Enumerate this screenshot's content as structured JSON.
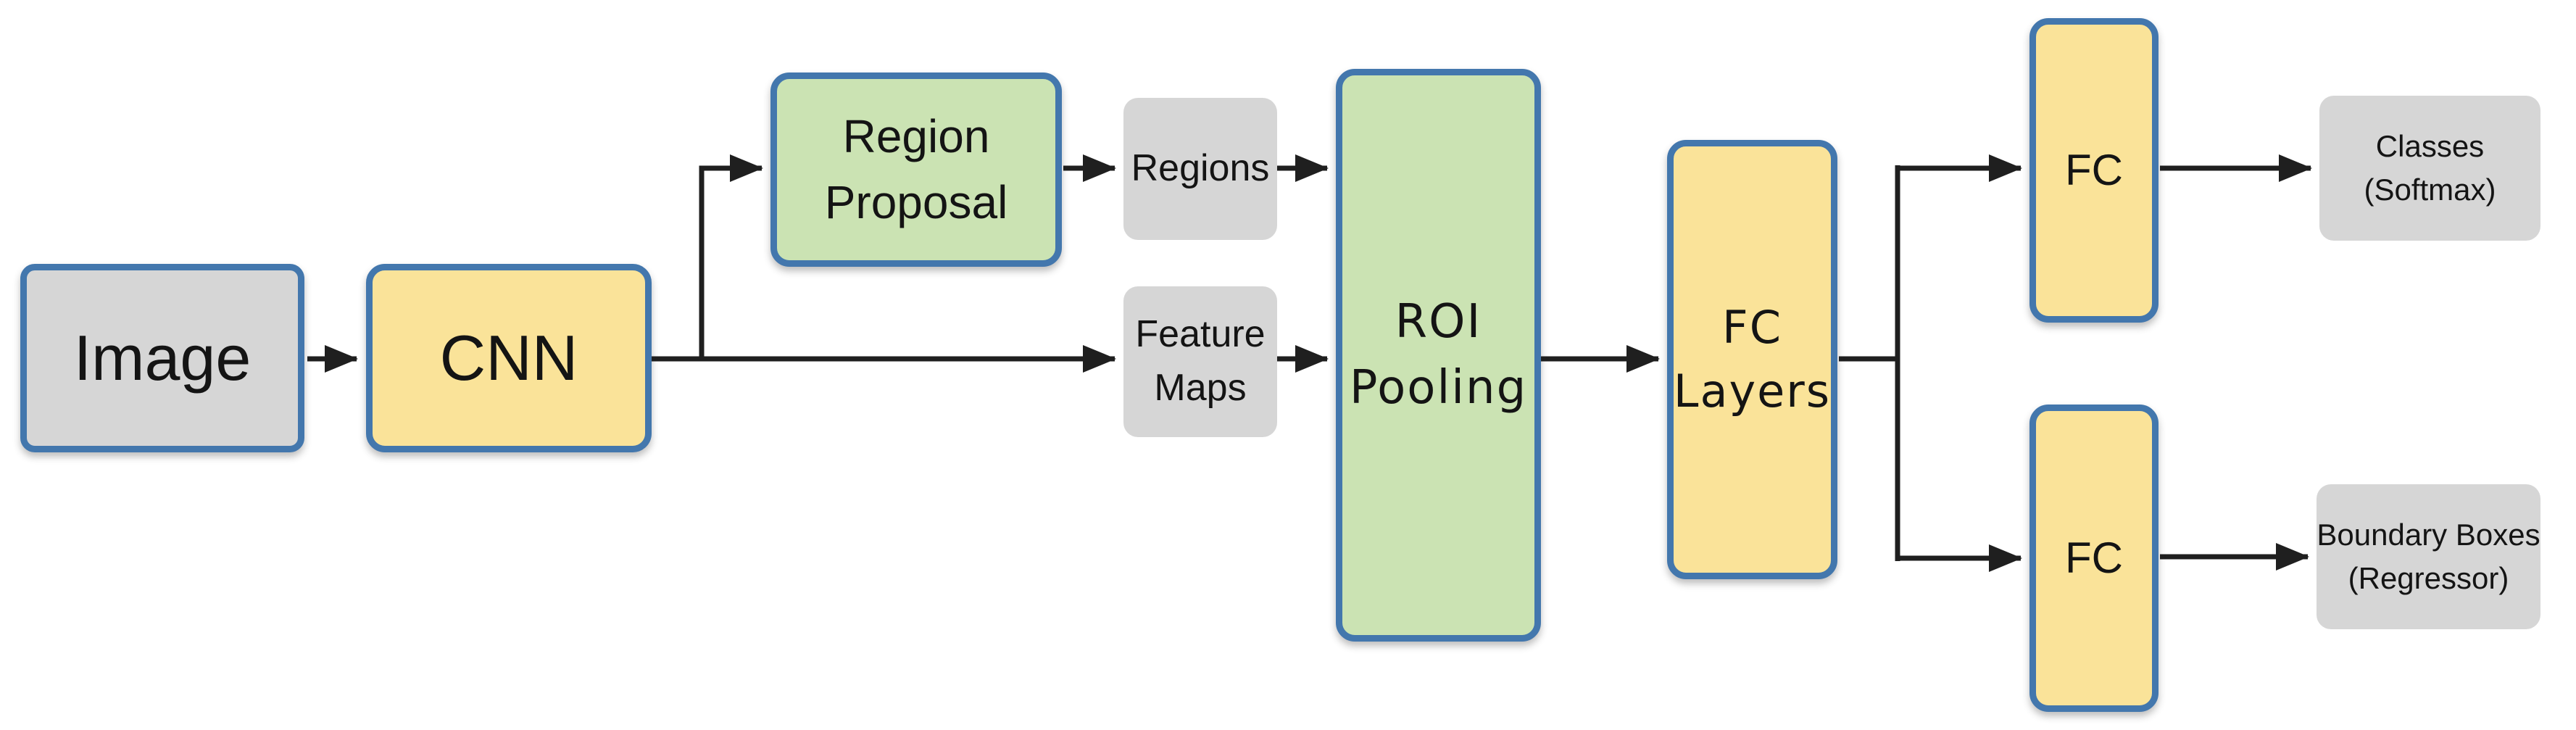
{
  "diagram": {
    "nodes": {
      "image": {
        "label": "Image"
      },
      "cnn": {
        "label": "CNN"
      },
      "region_proposal": {
        "label": "Region\nProposal"
      },
      "regions": {
        "label": "Regions"
      },
      "feature_maps": {
        "label": "Feature\nMaps"
      },
      "roi_pooling": {
        "label": "ROI\nPooling"
      },
      "fc_layers": {
        "label": "FC\nLayers"
      },
      "fc_top": {
        "label": "FC"
      },
      "fc_bottom": {
        "label": "FC"
      },
      "classes_output": {
        "label": "Classes\n(Softmax)"
      },
      "boundary_boxes_output": {
        "label": "Boundary Boxes\n(Regressor)"
      }
    }
  },
  "colors": {
    "process_fill_yellow": "#FAE399",
    "process_fill_green": "#CBE3B3",
    "data_fill_gray": "#D6D6D6",
    "box_border_blue": "#4377AD",
    "arrow_black": "#1F1F1F",
    "text_black": "#141414",
    "background": "#FFFFFF"
  }
}
